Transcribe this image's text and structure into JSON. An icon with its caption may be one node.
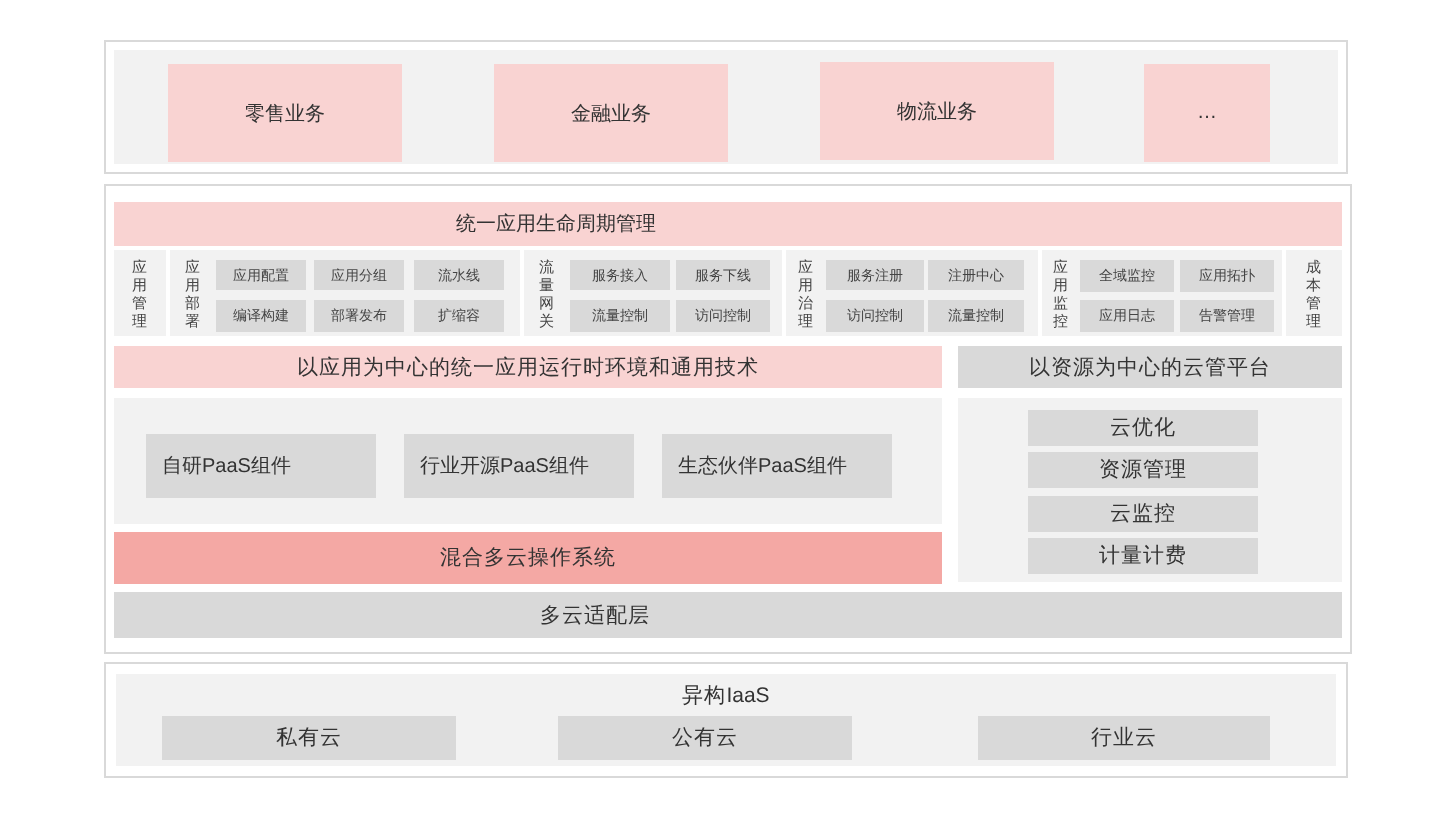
{
  "diagram": {
    "nodes": [
      {
        "text": [],
        "shape": "box"
      },
      {
        "text": [
          "零售业务"
        ],
        "in": 0
      },
      {
        "text": [
          "金融业务"
        ],
        "in": 0
      },
      {
        "text": [
          "物流业务"
        ],
        "in": 0
      },
      {
        "text": [
          "…"
        ],
        "in": 0
      },
      {
        "text": [],
        "shape": "box"
      },
      {
        "text": [
          "统一应用生命周期管理"
        ],
        "in": 5
      },
      {
        "text": [
          "应用管理"
        ],
        "in": 5
      },
      {
        "text": [
          "应用部署"
        ],
        "in": 5
      },
      {
        "text": [
          "应用配置"
        ],
        "in": 8
      },
      {
        "text": [
          "应用分组"
        ],
        "in": 8
      },
      {
        "text": [
          "流水线"
        ],
        "in": 8
      },
      {
        "text": [
          "编译构建"
        ],
        "in": 8
      },
      {
        "text": [
          "部署发布"
        ],
        "in": 8
      },
      {
        "text": [
          "扩缩容"
        ],
        "in": 8
      },
      {
        "text": [
          "流量网关"
        ],
        "in": 5
      },
      {
        "text": [
          "服务接入"
        ],
        "in": 15
      },
      {
        "text": [
          "服务下线"
        ],
        "in": 15
      },
      {
        "text": [
          "流量控制"
        ],
        "in": 15
      },
      {
        "text": [
          "访问控制"
        ],
        "in": 15
      },
      {
        "text": [
          "应用治理"
        ],
        "in": 5
      },
      {
        "text": [
          "服务注册"
        ],
        "in": 20
      },
      {
        "text": [
          "注册中心"
        ],
        "in": 20
      },
      {
        "text": [
          "访问控制"
        ],
        "in": 20
      },
      {
        "text": [
          "流量控制"
        ],
        "in": 20
      },
      {
        "text": [
          "应用监控"
        ],
        "in": 5
      },
      {
        "text": [
          "全域监控"
        ],
        "in": 25
      },
      {
        "text": [
          "应用拓扑"
        ],
        "in": 25
      },
      {
        "text": [
          "应用日志"
        ],
        "in": 25
      },
      {
        "text": [
          "告警管理"
        ],
        "in": 25
      },
      {
        "text": [
          "成本管理"
        ],
        "in": 5
      },
      {
        "text": [
          "以应用为中心的统一应用运行时环境和通用技术"
        ],
        "in": 5
      },
      {
        "text": [
          "以资源为中心的云管平台"
        ],
        "in": 5
      },
      {
        "text": [],
        "shape": "box",
        "in": 5
      },
      {
        "text": [
          "自研PaaS组件"
        ],
        "in": 33
      },
      {
        "text": [
          "行业开源PaaS组件"
        ],
        "in": 33
      },
      {
        "text": [
          "生态伙伴PaaS组件"
        ],
        "in": 33
      },
      {
        "text": [],
        "shape": "box",
        "in": 5
      },
      {
        "text": [
          "云优化"
        ],
        "in": 37
      },
      {
        "text": [
          "资源管理"
        ],
        "in": 37
      },
      {
        "text": [
          "云监控"
        ],
        "in": 37
      },
      {
        "text": [
          "计量计费"
        ],
        "in": 37
      },
      {
        "text": [
          "混合多云操作系统"
        ],
        "in": 5
      },
      {
        "text": [
          "多云适配层"
        ],
        "in": 5
      },
      {
        "text": [
          "异构IaaS"
        ]
      },
      {
        "text": [
          "私有云"
        ],
        "in": 44
      },
      {
        "text": [
          "公有云"
        ],
        "in": 44
      },
      {
        "text": [
          "行业云"
        ],
        "in": 44
      }
    ]
  }
}
